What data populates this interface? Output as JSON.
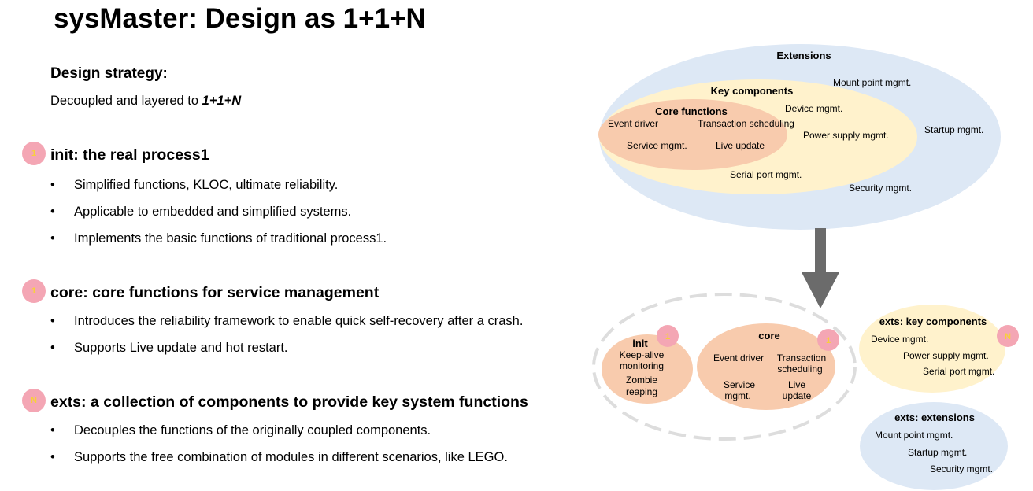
{
  "title": "sysMaster: Design as 1+1+N",
  "strategy": {
    "heading": "Design strategy:",
    "text_prefix": "Decoupled and layered to ",
    "text_emph": "1+1+N"
  },
  "sections": [
    {
      "badge": "1",
      "title": "init: the real process1",
      "bullets": [
        "Simplified functions, KLOC, ultimate reliability.",
        "Applicable to embedded and simplified systems.",
        "Implements the basic functions of traditional process1."
      ]
    },
    {
      "badge": "1",
      "title": "core: core functions for service management",
      "bullets": [
        "Introduces the reliability framework to enable quick self-recovery after a crash.",
        "Supports Live update and hot restart."
      ]
    },
    {
      "badge": "N",
      "title": "exts: a collection of components to provide key system functions",
      "bullets": [
        "Decouples the functions of the originally coupled components.",
        "Supports the free combination of modules in different scenarios, like LEGO."
      ]
    }
  ],
  "top_diagram": {
    "extensions_label": "Extensions",
    "key_components_label": "Key components",
    "core_functions_label": "Core functions",
    "core_items": [
      "Event driver",
      "Transaction scheduling",
      "Service mgmt.",
      "Live update"
    ],
    "key_items": [
      "Device mgmt.",
      "Power supply mgmt.",
      "Serial port mgmt."
    ],
    "extension_items": [
      "Mount point mgmt.",
      "Startup mgmt.",
      "Security mgmt."
    ]
  },
  "bottom_diagram": {
    "init": {
      "label": "init",
      "badge": "1",
      "items": [
        "Keep-alive",
        "monitoring",
        "Zombie",
        "reaping"
      ]
    },
    "core": {
      "label": "core",
      "badge": "1",
      "items": [
        "Event driver",
        "Transaction",
        "scheduling",
        "Service",
        "mgmt.",
        "Live",
        "update"
      ]
    },
    "key": {
      "label": "exts: key components",
      "badge": "N",
      "items": [
        "Device mgmt.",
        "Power supply mgmt.",
        "Serial port mgmt."
      ]
    },
    "ext": {
      "label": "exts: extensions",
      "items": [
        "Mount point mgmt.",
        "Startup mgmt.",
        "Security mgmt."
      ]
    }
  },
  "colors": {
    "extensions_fill": "#dde8f5",
    "key_fill": "#fff2cc",
    "core_fill": "#f8cbad",
    "badge_fill": "#f4a6b4",
    "badge_text": "#f7d03c",
    "arrow": "#6b6b6b",
    "dashed": "#dddddd"
  }
}
